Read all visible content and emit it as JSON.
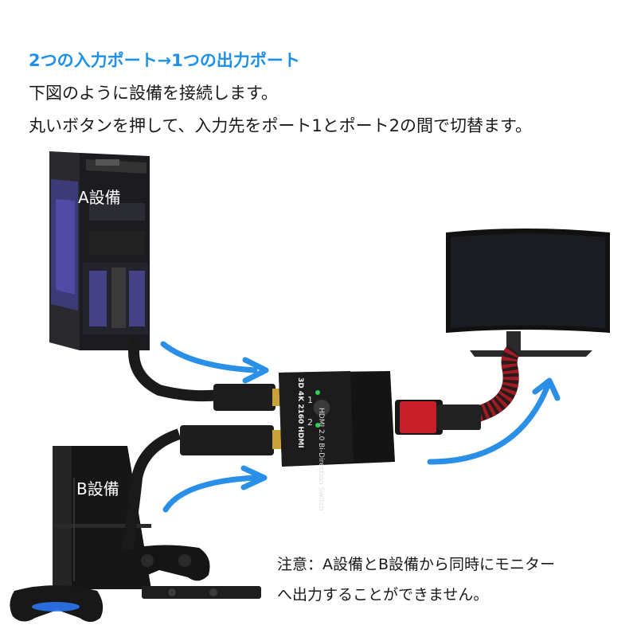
{
  "header": {
    "title": "2つの入力ポート→1つの出力ポート",
    "line1": "下図のように設備を接続します。",
    "line2": "丸いボタンを押して、入力先をポート1とポート2の間で切替ます。"
  },
  "devices": {
    "device_a_label": "A設備",
    "device_b_label": "B設備"
  },
  "switch": {
    "model_text": "HDMI 2.0 Bi-Direction Switch",
    "badge_text": "3D 4K 2160 HDMI",
    "port1": "1",
    "port2": "2"
  },
  "note": {
    "line1": "注意：A設備とB設備から同時にモニター",
    "line2": "へ出力することができません。"
  },
  "colors": {
    "heading": "#1e90e8",
    "arrow": "#2a8fe6",
    "cable_red": "#c8202a"
  }
}
